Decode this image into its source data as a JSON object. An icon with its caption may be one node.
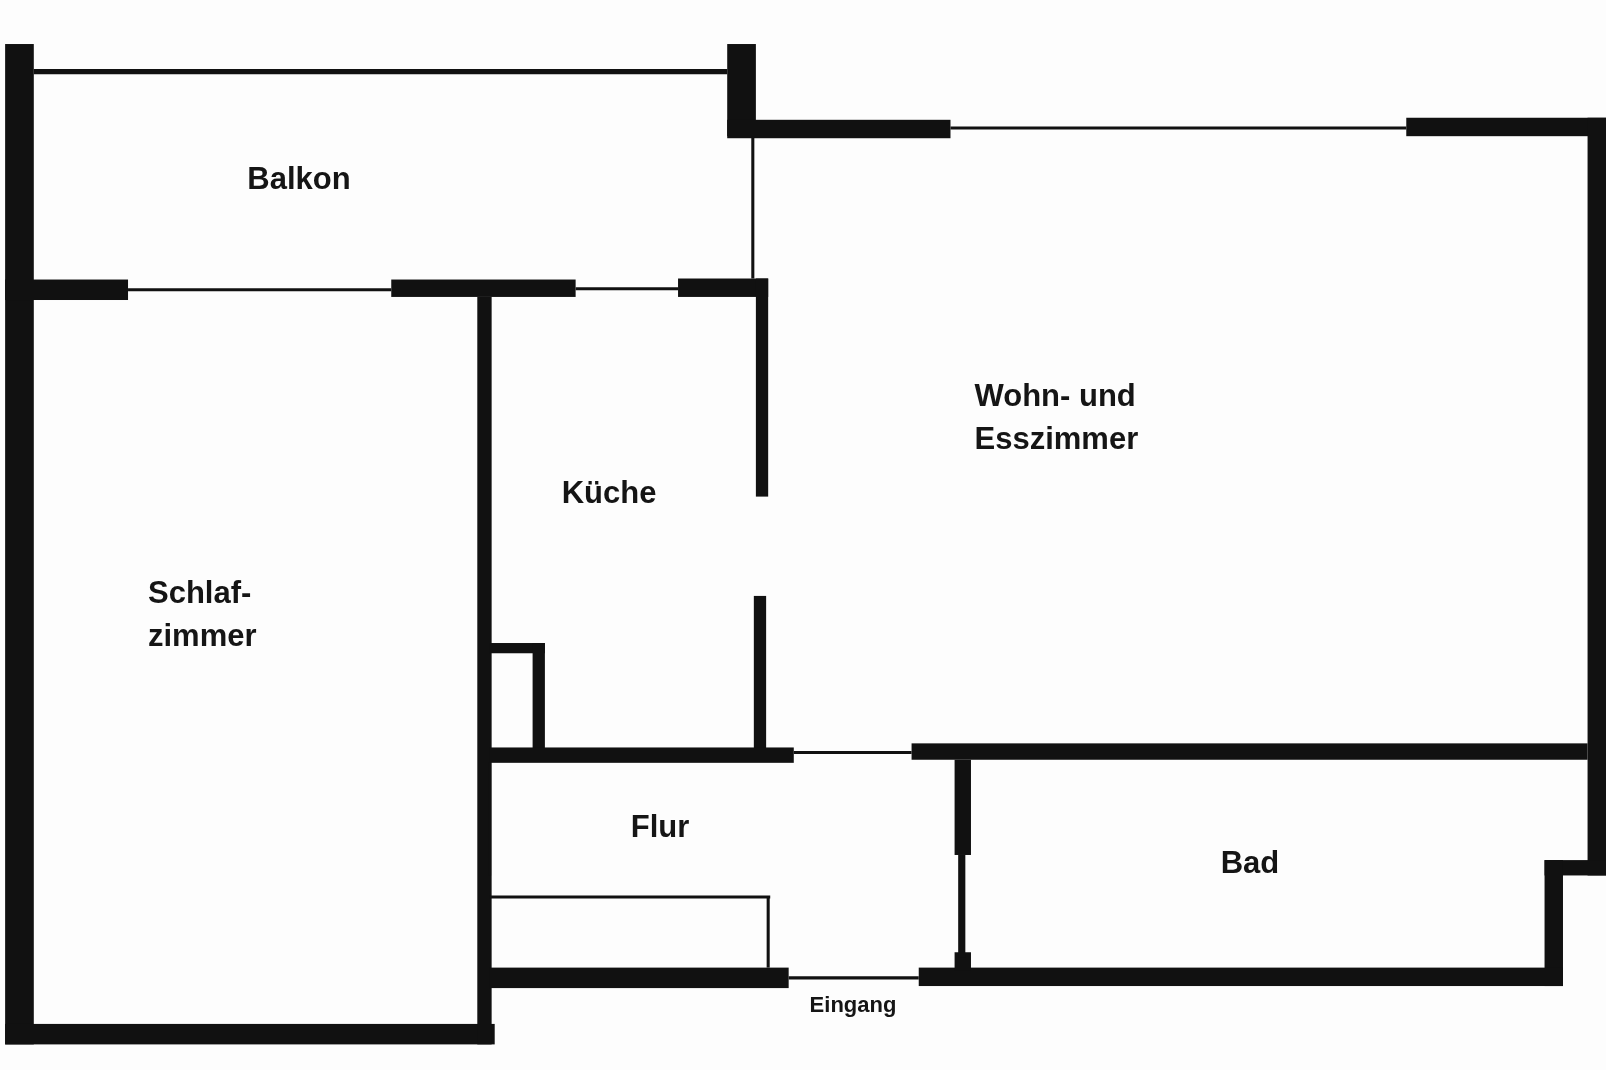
{
  "diagram": {
    "nodes": [
      {
        "text": [
          "Balkon"
        ]
      },
      {
        "text": [
          "Wohn- und Esszimmer"
        ]
      },
      {
        "text": [
          "Küche"
        ]
      },
      {
        "text": [
          "Schlaf- zimmer"
        ]
      },
      {
        "text": [
          "Flur"
        ]
      },
      {
        "text": [
          "Bad"
        ]
      }
    ],
    "labels": [
      "Eingang"
    ]
  }
}
